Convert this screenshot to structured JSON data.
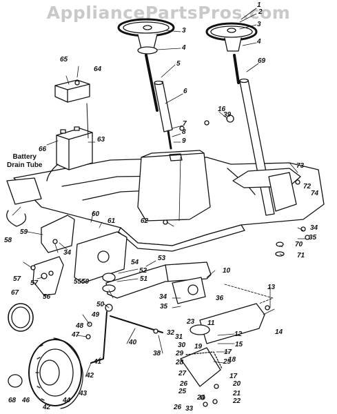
{
  "watermark": "AppliancePartsPros.com",
  "notes": {
    "battery_line1": "Battery",
    "battery_line2": "Drain Tube"
  },
  "callouts": [
    "1",
    "2",
    "3",
    "3",
    "4",
    "4",
    "5",
    "6",
    "7",
    "8",
    "9",
    "10",
    "11",
    "12",
    "13",
    "14",
    "15",
    "16",
    "17",
    "17",
    "18",
    "19",
    "20",
    "21",
    "22",
    "23",
    "24",
    "25",
    "25",
    "26",
    "26",
    "27",
    "28",
    "29",
    "30",
    "31",
    "32",
    "33",
    "34",
    "34",
    "34",
    "35",
    "35",
    "36",
    "38",
    "39",
    "40",
    "41",
    "42",
    "42",
    "43",
    "44",
    "46",
    "47",
    "48",
    "49",
    "50",
    "50",
    "51",
    "52",
    "53",
    "54",
    "55",
    "56",
    "57",
    "57",
    "58",
    "59",
    "60",
    "61",
    "62",
    "63",
    "64",
    "65",
    "66",
    "67",
    "68",
    "69",
    "70",
    "71",
    "72",
    "73",
    "74"
  ]
}
